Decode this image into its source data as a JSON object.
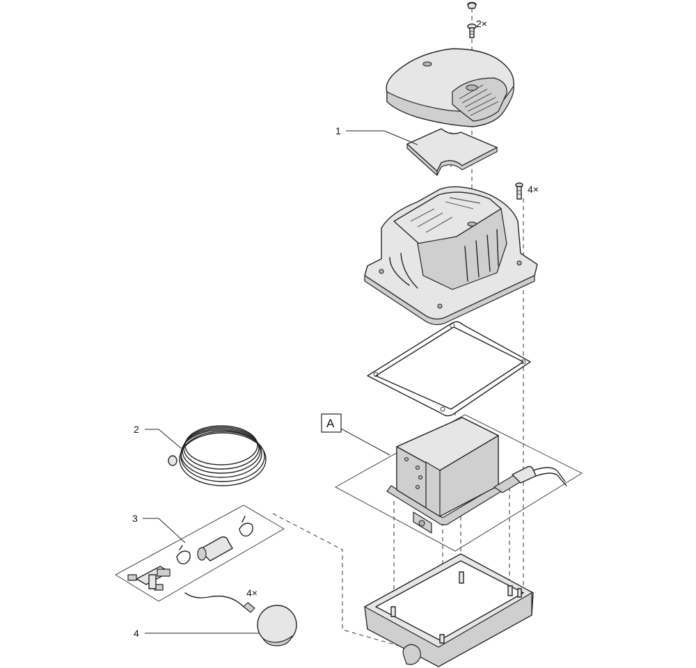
{
  "labels": {
    "screw_top_qty": "2×",
    "screw_side_qty": "4×",
    "part_1": "1",
    "part_2": "2",
    "part_3": "3",
    "part_4": "4",
    "part_4_qty": "4×",
    "assembly_a": "A"
  }
}
